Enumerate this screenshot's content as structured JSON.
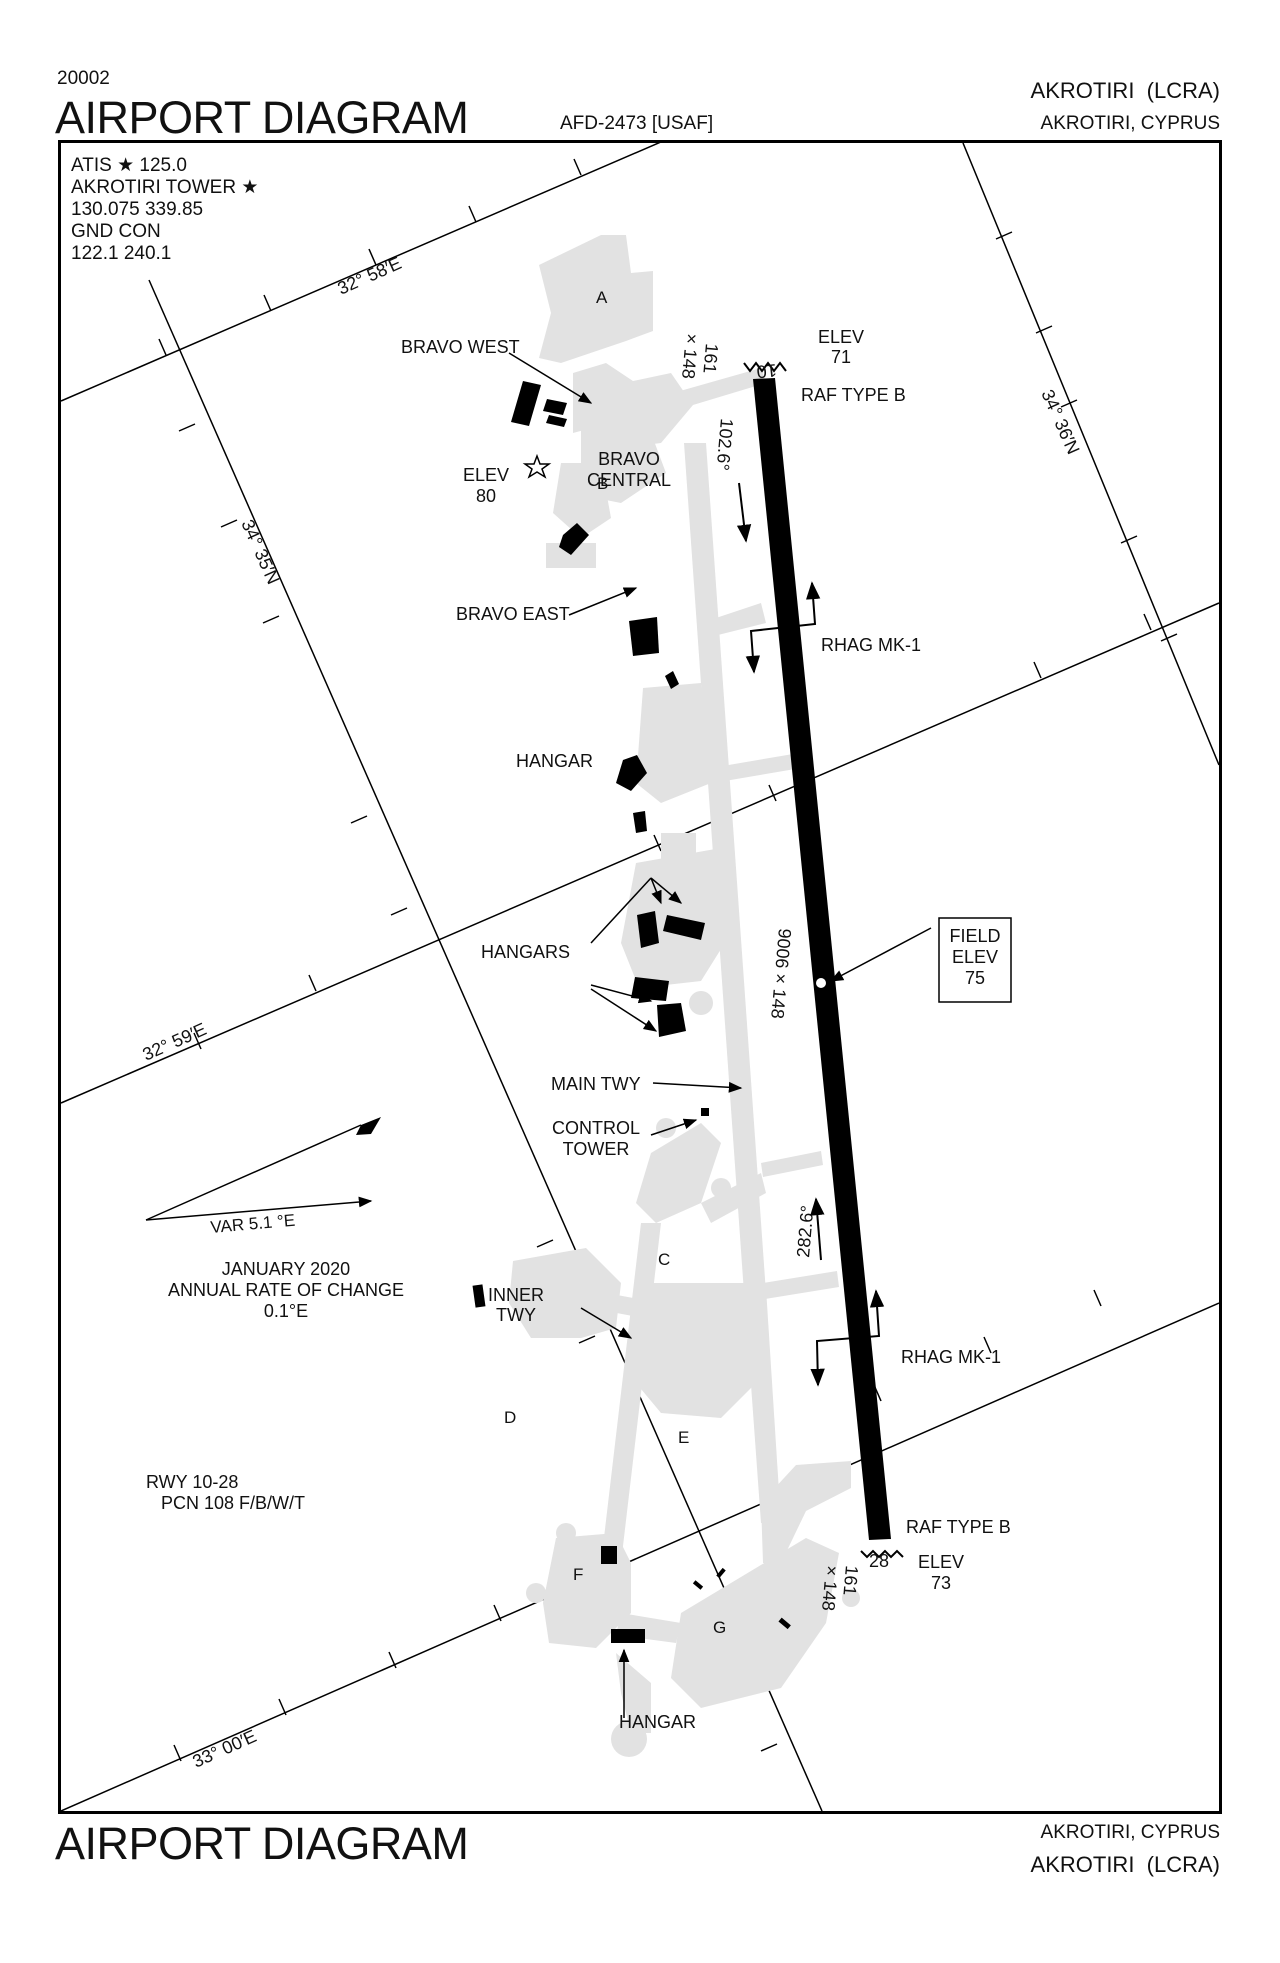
{
  "header": {
    "chart_number": "20002",
    "title": "AIRPORT DIAGRAM",
    "procedure_id": "AFD-2473 [USAF]",
    "airport_name": "AKROTIRI  (LCRA)",
    "location": "AKROTIRI, CYPRUS"
  },
  "footer": {
    "title": "AIRPORT DIAGRAM",
    "location": "AKROTIRI, CYPRUS",
    "airport_name": "AKROTIRI  (LCRA)"
  },
  "comms": {
    "atis": "ATIS ★ 125.0",
    "tower": "AKROTIRI TOWER ★",
    "tower_freqs": "130.075  339.85",
    "gnd_con": "GND CON",
    "gnd_freqs": "122.1  240.1"
  },
  "grid": {
    "lon_58": "32° 58′E",
    "lon_59": "32° 59′E",
    "lon_00": "33° 00′E",
    "lat_35": "34° 35′N",
    "lat_36": "34° 36′N"
  },
  "runway": {
    "end_10_number": "10",
    "end_28_number": "28",
    "end_10_dims_a": "161",
    "end_10_dims_b": "× 148",
    "end_28_dims_a": "161",
    "end_28_dims_b": "× 148",
    "heading_10": "102.6°",
    "heading_28": "282.6°",
    "dimensions": "9006 × 148",
    "elev_10_label": "ELEV",
    "elev_10_value": "71",
    "elev_28_label": "ELEV",
    "elev_28_value": "73",
    "raf_type_b_top": "RAF TYPE B",
    "raf_type_b_bottom": "RAF TYPE B",
    "rhag_top": "RHAG MK-1",
    "rhag_bottom": "RHAG MK-1"
  },
  "field_elev": {
    "line1": "FIELD",
    "line2": "ELEV",
    "line3": "75"
  },
  "labels": {
    "bravo_west": "BRAVO WEST",
    "bravo_central_1": "BRAVO",
    "bravo_central_2": "CENTRAL",
    "bravo_east": "BRAVO EAST",
    "beacon_elev_1": "ELEV",
    "beacon_elev_2": "80",
    "hangar_top": "HANGAR",
    "hangars": "HANGARS",
    "main_twy": "MAIN TWY",
    "control_tower_1": "CONTROL",
    "control_tower_2": "TOWER",
    "inner_twy_1": "INNER",
    "inner_twy_2": "TWY",
    "hangar_bottom": "HANGAR",
    "apron_a": "A",
    "apron_b": "B",
    "apron_c": "C",
    "apron_d": "D",
    "apron_e": "E",
    "apron_f": "F",
    "apron_g": "G"
  },
  "magvar": {
    "var": "VAR  5.1 °E",
    "date": "JANUARY 2020",
    "rate_label": "ANNUAL RATE OF CHANGE",
    "rate": "0.1°E"
  },
  "runway_info": {
    "rwy": "RWY 10-28",
    "pcn": "PCN 108 F/B/W/T"
  },
  "colors": {
    "pavement": "#e2e2e2",
    "runway": "#000000",
    "building": "#000000",
    "grid_line": "#000000"
  }
}
